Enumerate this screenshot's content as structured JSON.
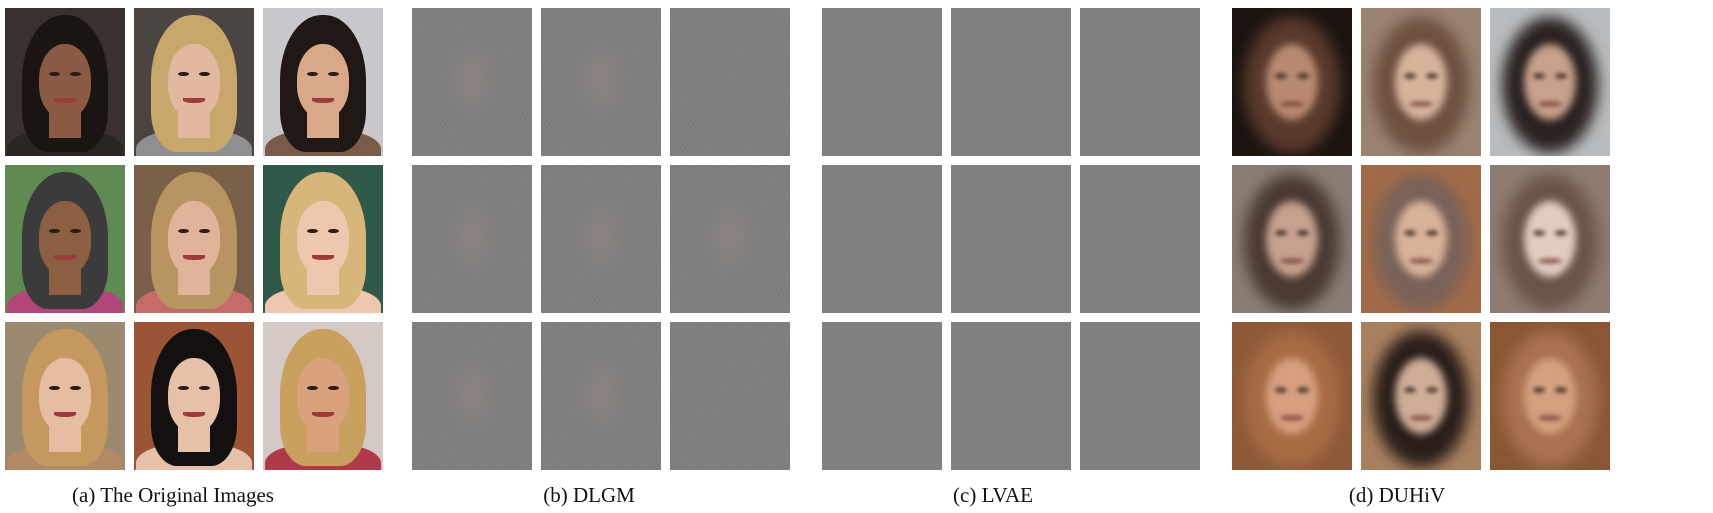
{
  "captions": {
    "a": "(a)  The Original Images",
    "b": "(b)  DLGM",
    "c": "(c)  LVAE",
    "d": "(d)  DUHiV"
  },
  "panels": {
    "original": [
      {
        "bg": "#3a3030",
        "hair": "#1a1412",
        "skin": "#8a5a44",
        "clothes": "#2b2524"
      },
      {
        "bg": "#4a4540",
        "hair": "#c9a66c",
        "skin": "#e2b9a0",
        "clothes": "#8f8f8f"
      },
      {
        "bg": "#c8c8cc",
        "hair": "#1f1814",
        "skin": "#d9a889",
        "clothes": "#7a5a48"
      },
      {
        "bg": "#5f8a52",
        "hair": "#3b3b3b",
        "skin": "#8c5e42",
        "clothes": "#b0467a"
      },
      {
        "bg": "#7a6048",
        "hair": "#b89462",
        "skin": "#e0b49a",
        "clothes": "#c76a6a"
      },
      {
        "bg": "#2f5a4a",
        "hair": "#d8b57a",
        "skin": "#efc7ae",
        "clothes": "#efc7ae"
      },
      {
        "bg": "#9c8a70",
        "hair": "#c4985e",
        "skin": "#e6bda0",
        "clothes": "#b38a66"
      },
      {
        "bg": "#9a5436",
        "hair": "#141010",
        "skin": "#e7c0aa",
        "clothes": "#e7c0aa"
      },
      {
        "bg": "#d4c9c4",
        "hair": "#caa05e",
        "skin": "#d9a27c",
        "clothes": "#b03a4a"
      }
    ],
    "duhiv": [
      {
        "bg": "#1c1410",
        "halo": "#5a3a2c",
        "skin": "#b88a72"
      },
      {
        "bg": "#9a8270",
        "halo": "#6e5040",
        "skin": "#d6b49c"
      },
      {
        "bg": "#b9bcbe",
        "halo": "#2a2220",
        "skin": "#c8a08c"
      },
      {
        "bg": "#8a7c74",
        "halo": "#4a3a34",
        "skin": "#c6a28e"
      },
      {
        "bg": "#a06a48",
        "halo": "#7a6258",
        "skin": "#d8b29a"
      },
      {
        "bg": "#8e7c70",
        "halo": "#6a5448",
        "skin": "#e2ccc0"
      },
      {
        "bg": "#8e5a3a",
        "halo": "#a86c44",
        "skin": "#d6a080"
      },
      {
        "bg": "#a88060",
        "halo": "#2a1e1a",
        "skin": "#cfae98"
      },
      {
        "bg": "#8a5634",
        "halo": "#a8724e",
        "skin": "#d4a080"
      }
    ]
  }
}
